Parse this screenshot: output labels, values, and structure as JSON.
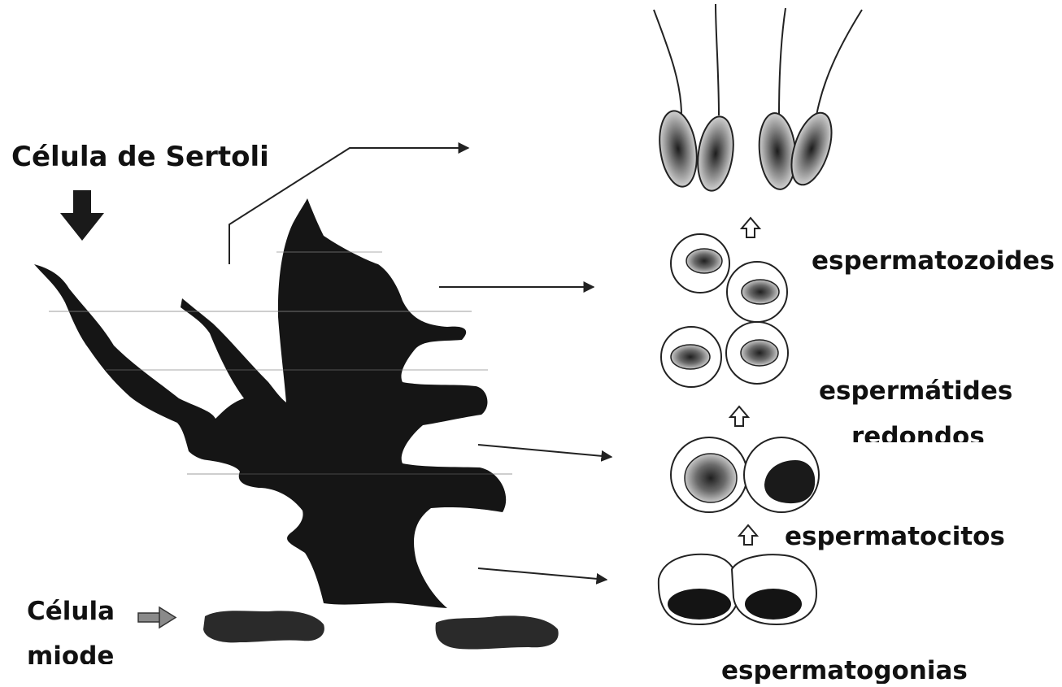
{
  "labels": {
    "sertoli": "Célula de Sertoli",
    "spermatozoa": "espermatozoides",
    "spermatids_line1": "espermátides",
    "spermatids_line2": "redondos",
    "spermatocytes": "espermatocitos",
    "spermatogonia": "espermatogonias",
    "myoid_line1": "Célula",
    "myoid_line2": "miode"
  },
  "colors": {
    "background": "#ffffff",
    "sertoli_cell": "#151515",
    "cell_outline": "#222222",
    "nucleus_light": "#9a9a9a",
    "nucleus_dark": "#1a1a1a",
    "arrow": "#222222"
  },
  "icons": {
    "sertoli_pointer": "down-arrow-icon",
    "myoid_pointer": "right-arrow-icon",
    "stage_arrows": "up-outline-arrow-icon"
  }
}
